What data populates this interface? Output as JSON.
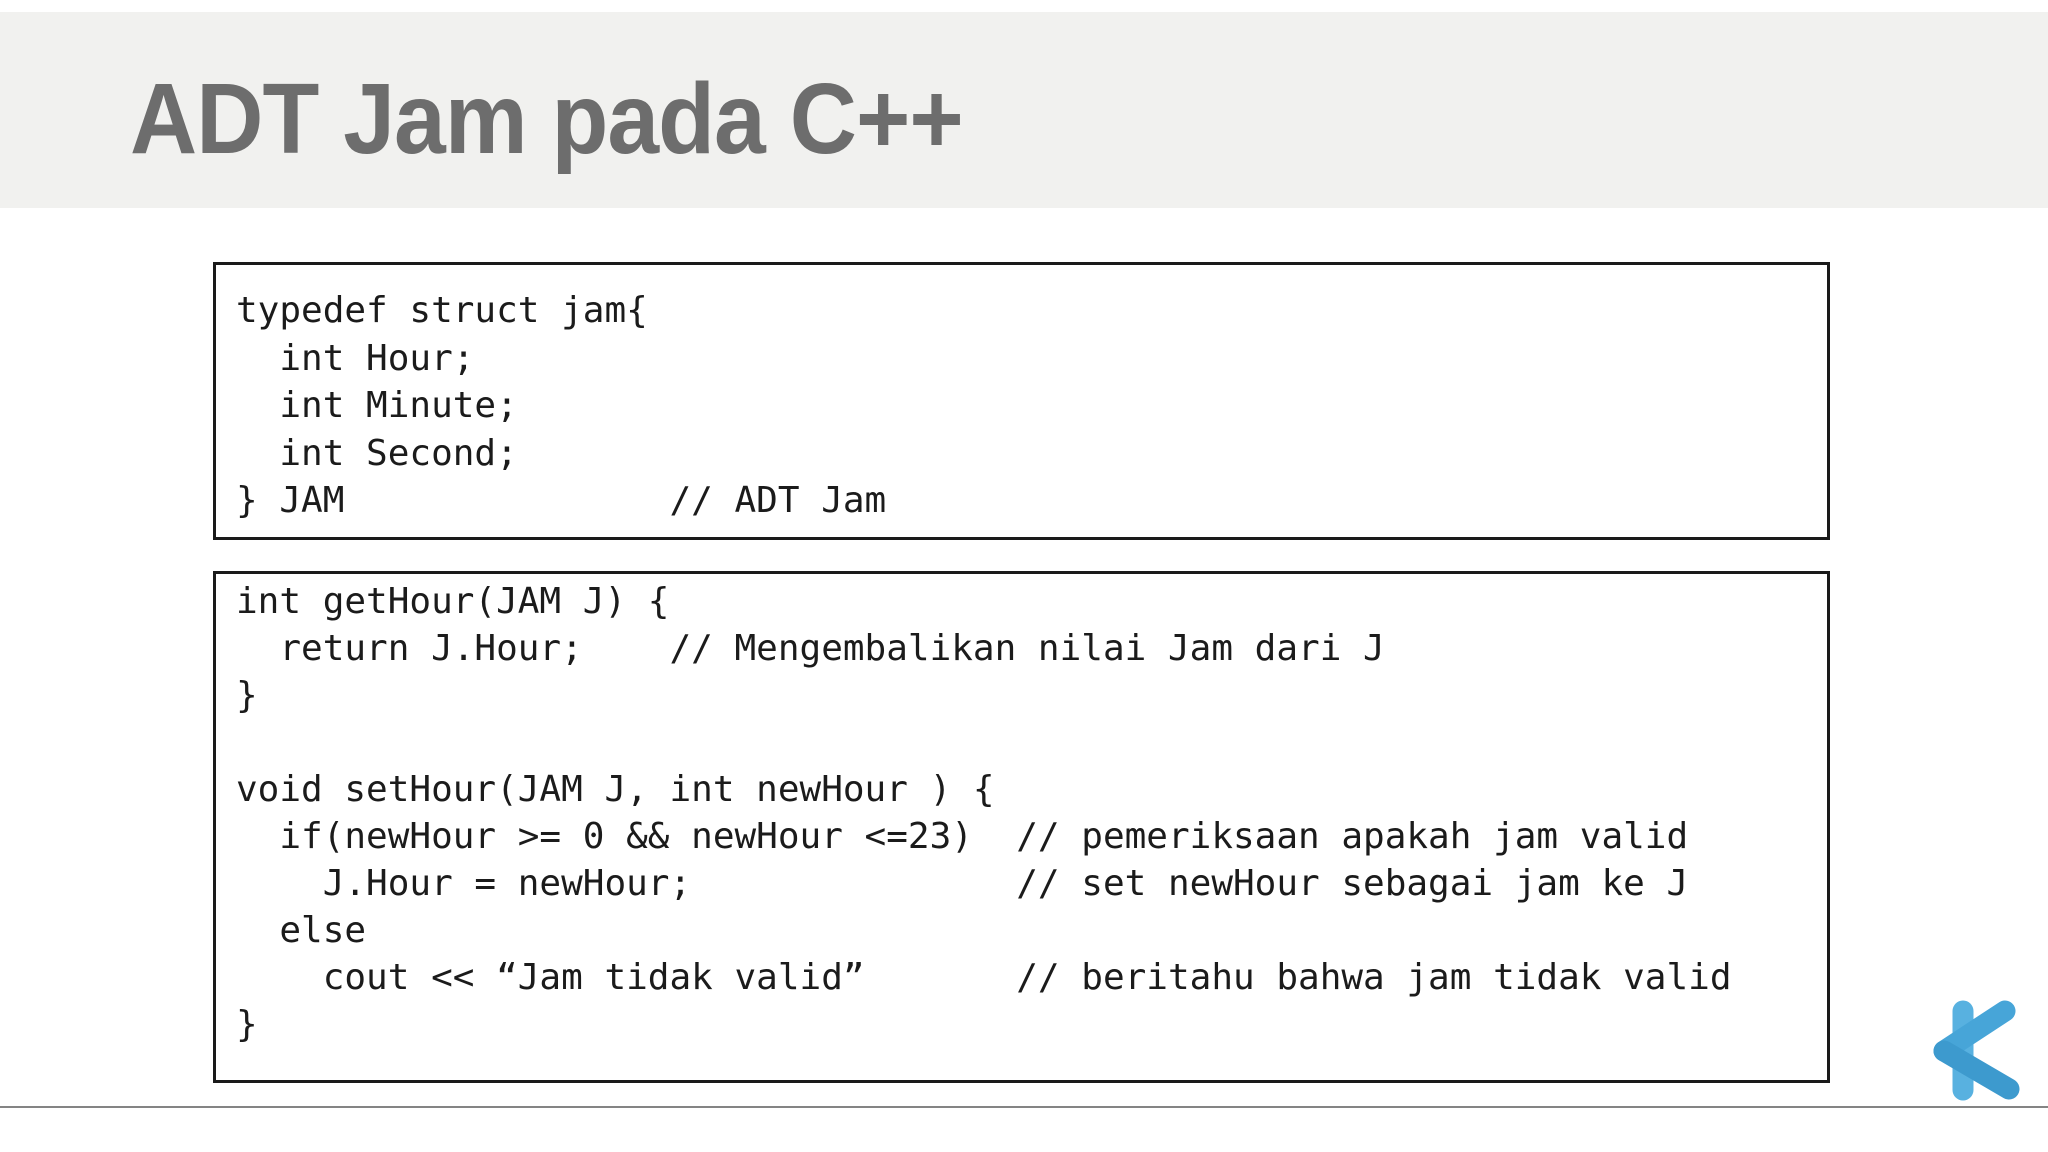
{
  "slide": {
    "title": "ADT Jam pada C++",
    "title_color": "#6d6d6d",
    "header_bg": "#f1f1ef",
    "divider_color": "#848484"
  },
  "code_boxes": [
    {
      "id": "adt-jam-struct",
      "lines": [
        "typedef struct jam{",
        "  int Hour;",
        "  int Minute;",
        "  int Second;",
        "} JAM               // ADT Jam"
      ]
    },
    {
      "id": "gethour-sethour-functions",
      "lines": [
        "int getHour(JAM J) {",
        "  return J.Hour;    // Mengembalikan nilai Jam dari J",
        "}",
        "",
        "void setHour(JAM J, int newHour ) {",
        "  if(newHour >= 0 && newHour <=23)  // pemeriksaan apakah jam valid",
        "    J.Hour = newHour;               // set newHour sebagai jam ke J",
        "  else",
        "    cout << “Jam tidak valid”       // beritahu bahwa jam tidak valid",
        "}"
      ]
    }
  ],
  "logo": {
    "name": "stylized-k-logo",
    "bar_color": "#58b1e0",
    "chevron_upper_color": "#47a5d8",
    "chevron_lower_color": "#3d9ace"
  }
}
